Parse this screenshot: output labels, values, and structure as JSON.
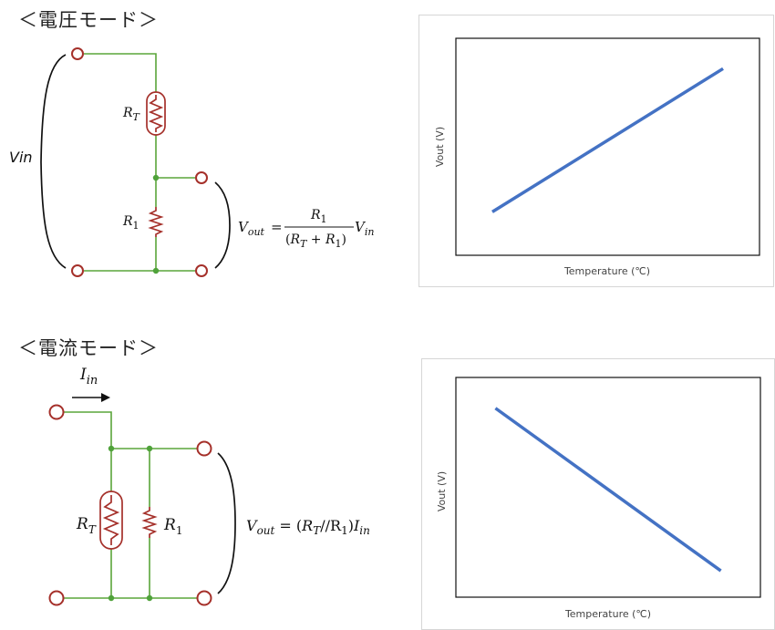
{
  "sections": {
    "voltage_mode": {
      "heading": "＜電圧モード＞",
      "label_rt_base": "R",
      "label_rt_sub": "T",
      "label_r1_base": "R",
      "label_r1_sub": "1",
      "vin_label": "Vin",
      "formula": {
        "lhs_base": "V",
        "lhs_sub": "out",
        "eq": "=",
        "num_base": "R",
        "num_sub": "1",
        "den_open": "(",
        "den_rt_base": "R",
        "den_rt_sub": "T",
        "den_plus": " + ",
        "den_r1_base": "R",
        "den_r1_sub": "1",
        "den_close": ")",
        "mult_base": "V",
        "mult_sub": "in"
      }
    },
    "current_mode": {
      "heading": "＜電流モード＞",
      "iin_base": "I",
      "iin_sub": "in",
      "label_rt_base": "R",
      "label_rt_sub": "T",
      "label_r1_base": "R",
      "label_r1_sub": "1",
      "formula": {
        "lhs_base": "V",
        "lhs_sub": "out",
        "eq": " = (",
        "rt_base": "R",
        "rt_sub": "T",
        "par": "//R",
        "par_sub": "1",
        "close": ")",
        "i_base": "I",
        "i_sub": "in"
      }
    }
  },
  "chart_data": [
    {
      "type": "line",
      "xlabel": "Temperature (℃)",
      "ylabel": "Vout (V)",
      "series": [
        {
          "x": [
            0.12,
            0.88
          ],
          "y": [
            0.2,
            0.86
          ]
        }
      ],
      "xlim": [
        0,
        1
      ],
      "ylim": [
        0,
        1
      ],
      "color": "#4472c4",
      "grid": false
    },
    {
      "type": "line",
      "xlabel": "Temperature (℃)",
      "ylabel": "Vout (V)",
      "series": [
        {
          "x": [
            0.13,
            0.87
          ],
          "y": [
            0.86,
            0.12
          ]
        }
      ],
      "xlim": [
        0,
        1
      ],
      "ylim": [
        0,
        1
      ],
      "color": "#4472c4",
      "grid": false
    }
  ]
}
